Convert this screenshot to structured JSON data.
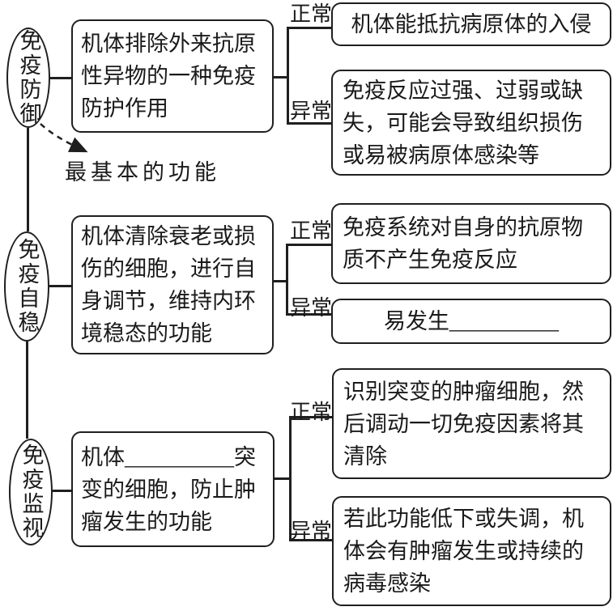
{
  "diagram": {
    "line_color": "#1f1f1f",
    "ink_color": "#1a1a1a",
    "annotation": "最基本的功能",
    "sections": [
      {
        "oval": "免疫防御",
        "description": "机体排除外来抗原性异物的一种免疫防护作用",
        "normal_label": "正常",
        "abnormal_label": "异常",
        "normal_result": "机体能抵抗病原体的入侵",
        "abnormal_result": "免疫反应过强、过弱或缺失，可能会导致组织损伤或易被病原体感染等"
      },
      {
        "oval": "免疫自稳",
        "description": "机体清除衰老或损伤的细胞，进行自身调节，维持内环境稳态的功能",
        "normal_label": "正常",
        "abnormal_label": "异常",
        "normal_result": "免疫系统对自身的抗原物质不产生免疫反应",
        "abnormal_result": "易发生__________"
      },
      {
        "oval": "免疫监视",
        "description": "机体__________突变的细胞，防止肿瘤发生的功能",
        "normal_label": "正常",
        "abnormal_label": "异常",
        "normal_result": "识别突变的肿瘤细胞，然后调动一切免疫因素将其清除",
        "abnormal_result": "若此功能低下或失调，机体会有肿瘤发生或持续的病毒感染"
      }
    ]
  }
}
